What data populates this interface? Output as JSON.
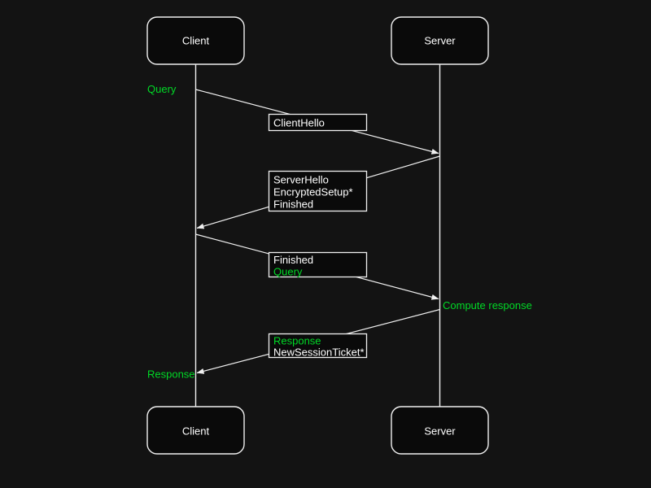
{
  "diagram": {
    "type": "sequence-diagram",
    "colors": {
      "background": "#131313",
      "box_fill": "#0a0a0a",
      "line": "#f0f0f0",
      "text_primary": "#ffffff",
      "text_accent": "#00d926"
    },
    "actors": {
      "client_top": "Client",
      "server_top": "Server",
      "client_bottom": "Client",
      "server_bottom": "Server"
    },
    "annotations": {
      "client_query": "Query",
      "server_compute": "Compute response",
      "client_response": "Response"
    },
    "messages": {
      "client_hello": {
        "direction": "client-to-server",
        "line1": "ClientHello"
      },
      "server_hello": {
        "direction": "server-to-client",
        "line1": "ServerHello",
        "line2": "EncryptedSetup*",
        "line3": "Finished"
      },
      "client_finished": {
        "direction": "client-to-server",
        "line1": "Finished",
        "line2": "Query"
      },
      "server_response": {
        "direction": "server-to-client",
        "line1": "Response",
        "line2": "NewSessionTicket*"
      }
    }
  }
}
